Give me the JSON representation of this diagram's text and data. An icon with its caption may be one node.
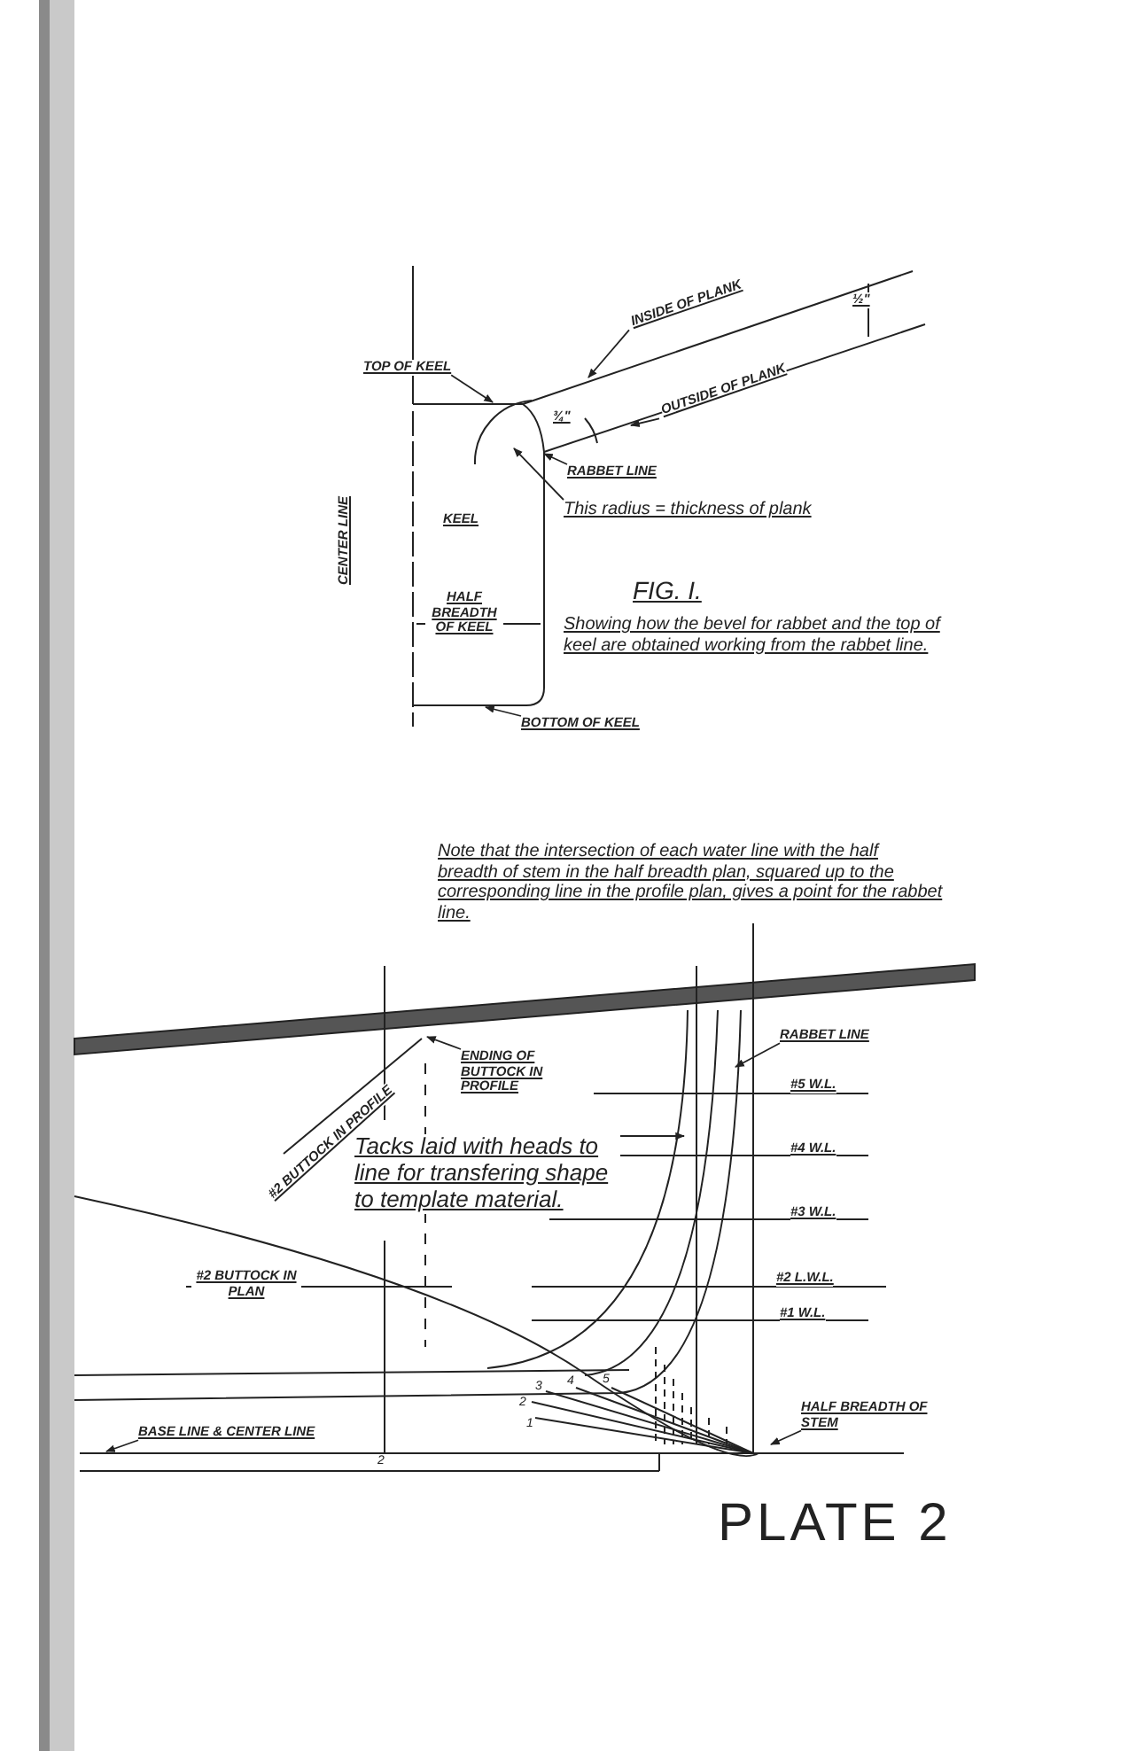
{
  "diagram": {
    "nodes": [
      {
        "text": [
          "TOP OF KEEL"
        ]
      },
      {
        "text": [
          "INSIDE OF PLANK"
        ]
      },
      {
        "text": [
          "OUTSIDE OF PLANK"
        ]
      },
      {
        "text": [
          "RABBET LINE"
        ]
      },
      {
        "text": [
          "This radius = thickness of plank"
        ]
      },
      {
        "text": [
          "BOTTOM OF KEEL"
        ]
      },
      {
        "text": [
          "ENDING OF BUTTOCK IN PROFILE"
        ]
      },
      {
        "text": [
          "RABBET LINE"
        ]
      },
      {
        "text": [
          "Tacks laid with heads to line for transfering shape to template material."
        ]
      },
      {
        "text": [
          "BASE LINE & CENTER LINE"
        ]
      },
      {
        "text": [
          "HALF BREADTH OF STEM"
        ]
      }
    ],
    "edges": [
      {
        "from": 0,
        "to": null,
        "arrow": "to"
      },
      {
        "from": 1,
        "to": null,
        "arrow": "to"
      },
      {
        "from": 2,
        "to": null,
        "arrow": "to"
      },
      {
        "from": 3,
        "to": null,
        "arrow": "to"
      },
      {
        "from": 4,
        "to": null,
        "arrow": "to"
      },
      {
        "from": 5,
        "to": null,
        "arrow": "to"
      },
      {
        "from": 6,
        "to": null,
        "arrow": "to"
      },
      {
        "from": 7,
        "to": null,
        "arrow": "to"
      },
      {
        "from": 8,
        "to": null,
        "arrow": "to"
      },
      {
        "from": 9,
        "to": null,
        "arrow": "to"
      },
      {
        "from": 10,
        "to": null,
        "arrow": "to"
      }
    ],
    "labels": [
      "½\"",
      "¾\"",
      "KEEL",
      "CENTER LINE",
      "HALF BREADTH OF KEEL",
      "FIG. I.",
      "Showing how the bevel for rabbet and the top of keel are obtained working from the rabbet line.",
      "Note that the intersection of each water line with the half breadth of stem in the half breadth plan, squared up to the corresponding line in the profile plan, gives a point for the rabbet line.",
      "#2 BUTTOCK IN PROFILE",
      "#5 W.L.",
      "#4 W.L.",
      "#3 W.L.",
      "#2 L.W.L.",
      "#1 W.L.",
      "#2 BUTTOCK IN PLAN",
      "1",
      "2",
      "3",
      "4",
      "5",
      "2",
      "PLATE 2"
    ]
  }
}
